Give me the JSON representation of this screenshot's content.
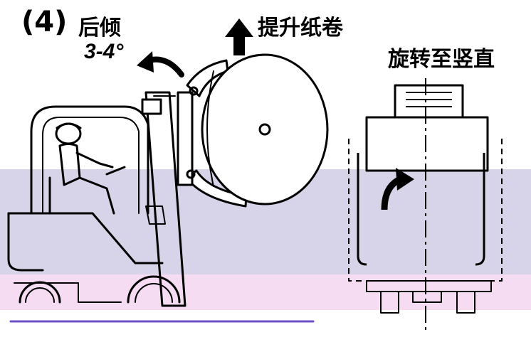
{
  "labels": {
    "step_number": "(4)",
    "step_title": "后倾",
    "tilt_angle": "3-4°",
    "lift_roll": "提升纸卷",
    "rotate_vertical": "旋转至竖直"
  },
  "colors": {
    "ink": "#000000",
    "band_lavender": "#d7d3e8",
    "band_pink": "#f6dcf3",
    "ground_line": "#6a4fc8"
  }
}
